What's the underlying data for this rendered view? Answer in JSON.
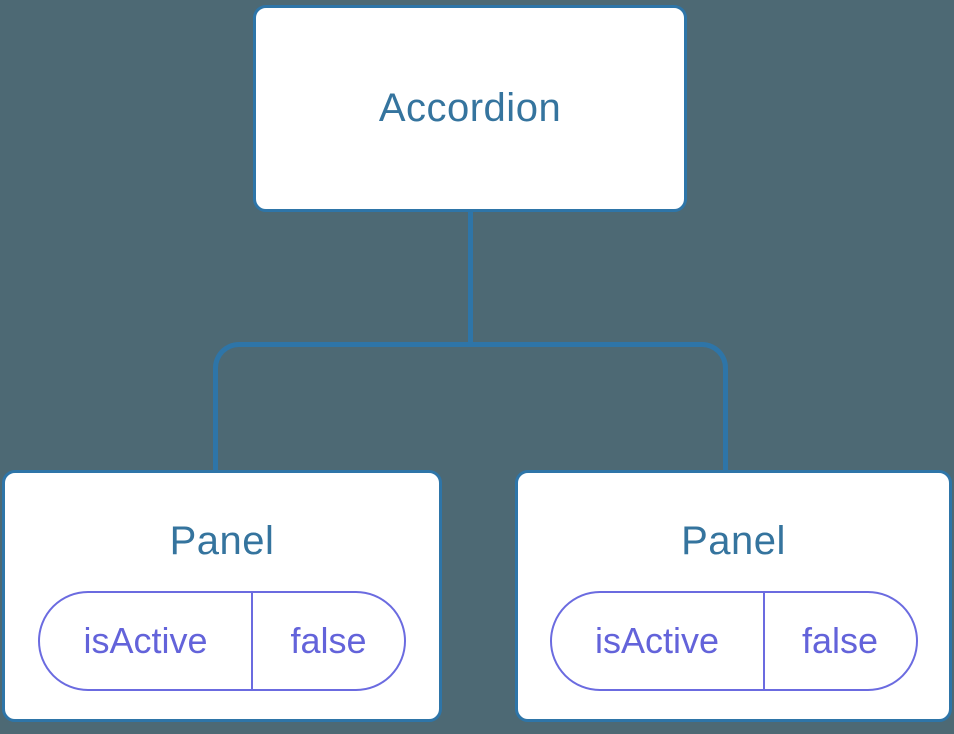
{
  "diagram": {
    "kind": "component-tree",
    "root": {
      "label": "Accordion"
    },
    "children": [
      {
        "label": "Panel",
        "state": {
          "key": "isActive",
          "value": "false"
        }
      },
      {
        "label": "Panel",
        "state": {
          "key": "isActive",
          "value": "false"
        }
      }
    ]
  },
  "colors": {
    "background": "#4d6974",
    "connector_blue": "#2e75a8",
    "component_text_blue": "#35749e",
    "state_purple": "#6b6be0",
    "box_background": "#ffffff"
  }
}
